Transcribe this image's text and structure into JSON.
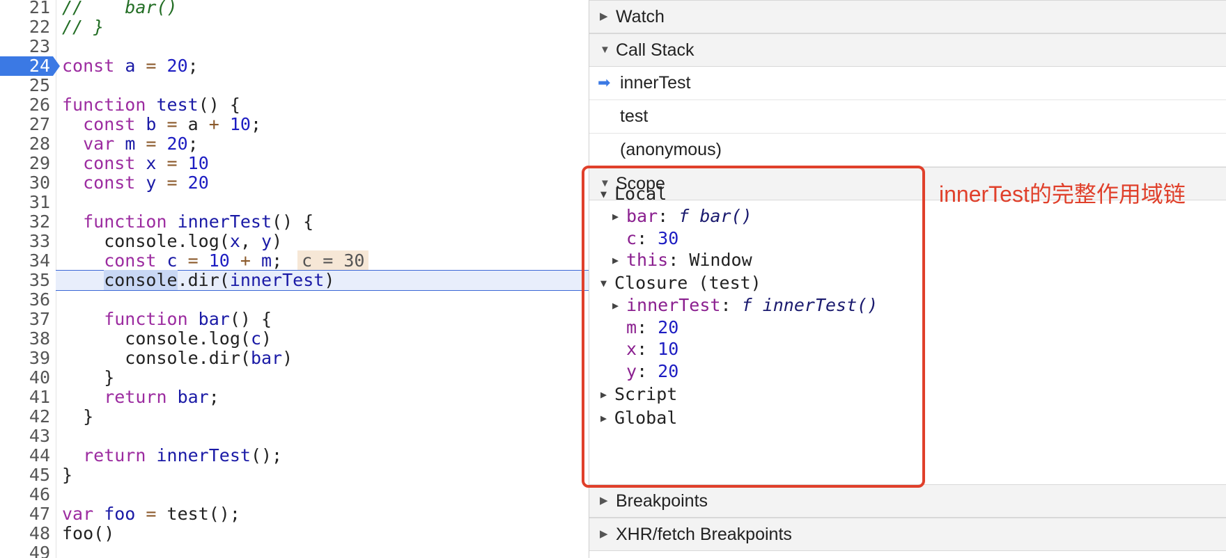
{
  "editor": {
    "lines": [
      {
        "n": "21",
        "tokens": [
          {
            "t": "//    bar()",
            "c": "cmt"
          }
        ]
      },
      {
        "n": "22",
        "tokens": [
          {
            "t": "// }",
            "c": "cmt"
          }
        ]
      },
      {
        "n": "23",
        "tokens": []
      },
      {
        "n": "24",
        "current": true,
        "tokens": [
          {
            "t": "const",
            "c": "kw"
          },
          {
            "t": " a ",
            "c": "fn"
          },
          {
            "t": "=",
            "c": "op"
          },
          {
            "t": " ",
            "c": "plain"
          },
          {
            "t": "20",
            "c": "num"
          },
          {
            "t": ";",
            "c": "plain"
          }
        ]
      },
      {
        "n": "25",
        "tokens": []
      },
      {
        "n": "26",
        "tokens": [
          {
            "t": "function",
            "c": "kw"
          },
          {
            "t": " test",
            "c": "fn"
          },
          {
            "t": "() {",
            "c": "plain"
          }
        ]
      },
      {
        "n": "27",
        "tokens": [
          {
            "t": "  const",
            "c": "kw"
          },
          {
            "t": " b ",
            "c": "fn"
          },
          {
            "t": "=",
            "c": "op"
          },
          {
            "t": " a ",
            "c": "plain"
          },
          {
            "t": "+",
            "c": "op"
          },
          {
            "t": " ",
            "c": "plain"
          },
          {
            "t": "10",
            "c": "num"
          },
          {
            "t": ";",
            "c": "plain"
          }
        ]
      },
      {
        "n": "28",
        "tokens": [
          {
            "t": "  var",
            "c": "kw"
          },
          {
            "t": " m ",
            "c": "fn"
          },
          {
            "t": "=",
            "c": "op"
          },
          {
            "t": " ",
            "c": "plain"
          },
          {
            "t": "20",
            "c": "num"
          },
          {
            "t": ";",
            "c": "plain"
          }
        ]
      },
      {
        "n": "29",
        "tokens": [
          {
            "t": "  const",
            "c": "kw"
          },
          {
            "t": " x ",
            "c": "fn"
          },
          {
            "t": "=",
            "c": "op"
          },
          {
            "t": " ",
            "c": "plain"
          },
          {
            "t": "10",
            "c": "num"
          }
        ]
      },
      {
        "n": "30",
        "tokens": [
          {
            "t": "  const",
            "c": "kw"
          },
          {
            "t": " y ",
            "c": "fn"
          },
          {
            "t": "=",
            "c": "op"
          },
          {
            "t": " ",
            "c": "plain"
          },
          {
            "t": "20",
            "c": "num"
          }
        ]
      },
      {
        "n": "31",
        "tokens": []
      },
      {
        "n": "32",
        "tokens": [
          {
            "t": "  function",
            "c": "kw"
          },
          {
            "t": " innerTest",
            "c": "fn"
          },
          {
            "t": "() {",
            "c": "plain"
          }
        ]
      },
      {
        "n": "33",
        "tokens": [
          {
            "t": "    console.log(",
            "c": "plain"
          },
          {
            "t": "x",
            "c": "fn"
          },
          {
            "t": ", ",
            "c": "plain"
          },
          {
            "t": "y",
            "c": "fn"
          },
          {
            "t": ")",
            "c": "plain"
          }
        ]
      },
      {
        "n": "34",
        "inline": "c = 30",
        "tokens": [
          {
            "t": "    const",
            "c": "kw"
          },
          {
            "t": " c ",
            "c": "fn"
          },
          {
            "t": "=",
            "c": "op"
          },
          {
            "t": " ",
            "c": "plain"
          },
          {
            "t": "10",
            "c": "num"
          },
          {
            "t": " + ",
            "c": "op"
          },
          {
            "t": "m",
            "c": "fn"
          },
          {
            "t": ";",
            "c": "plain"
          }
        ]
      },
      {
        "n": "35",
        "paused": true,
        "tokens": [
          {
            "t": "    ",
            "c": "plain"
          },
          {
            "t": "console",
            "c": "sel"
          },
          {
            "t": ".dir(",
            "c": "plain"
          },
          {
            "t": "innerTest",
            "c": "fn"
          },
          {
            "t": ")",
            "c": "plain"
          }
        ]
      },
      {
        "n": "36",
        "tokens": []
      },
      {
        "n": "37",
        "tokens": [
          {
            "t": "    function",
            "c": "kw"
          },
          {
            "t": " bar",
            "c": "fn"
          },
          {
            "t": "() {",
            "c": "plain"
          }
        ]
      },
      {
        "n": "38",
        "tokens": [
          {
            "t": "      console.log(",
            "c": "plain"
          },
          {
            "t": "c",
            "c": "fn"
          },
          {
            "t": ")",
            "c": "plain"
          }
        ]
      },
      {
        "n": "39",
        "tokens": [
          {
            "t": "      console.dir(",
            "c": "plain"
          },
          {
            "t": "bar",
            "c": "fn"
          },
          {
            "t": ")",
            "c": "plain"
          }
        ]
      },
      {
        "n": "40",
        "tokens": [
          {
            "t": "    }",
            "c": "plain"
          }
        ]
      },
      {
        "n": "41",
        "tokens": [
          {
            "t": "    return",
            "c": "kw"
          },
          {
            "t": " bar",
            "c": "fn"
          },
          {
            "t": ";",
            "c": "plain"
          }
        ]
      },
      {
        "n": "42",
        "tokens": [
          {
            "t": "  }",
            "c": "plain"
          }
        ]
      },
      {
        "n": "43",
        "tokens": []
      },
      {
        "n": "44",
        "tokens": [
          {
            "t": "  return",
            "c": "kw"
          },
          {
            "t": " innerTest",
            "c": "fn"
          },
          {
            "t": "();",
            "c": "plain"
          }
        ]
      },
      {
        "n": "45",
        "tokens": [
          {
            "t": "}",
            "c": "plain"
          }
        ]
      },
      {
        "n": "46",
        "tokens": []
      },
      {
        "n": "47",
        "tokens": [
          {
            "t": "var",
            "c": "kw"
          },
          {
            "t": " foo ",
            "c": "fn"
          },
          {
            "t": "=",
            "c": "op"
          },
          {
            "t": " test();",
            "c": "plain"
          }
        ]
      },
      {
        "n": "48",
        "tokens": [
          {
            "t": "foo()",
            "c": "plain"
          }
        ]
      },
      {
        "n": "49",
        "tokens": []
      }
    ]
  },
  "sidebar": {
    "watch_label": "Watch",
    "call_stack_label": "Call Stack",
    "call_stack": [
      "innerTest",
      "test",
      "(anonymous)"
    ],
    "scope_label": "Scope",
    "scope_rows": [
      {
        "level": 0,
        "tri": "▼",
        "parts": [
          {
            "t": "Local",
            "c": "plain"
          }
        ]
      },
      {
        "level": 1,
        "tri": "▶",
        "parts": [
          {
            "t": "bar",
            "c": "name"
          },
          {
            "t": ": ",
            "c": "plain"
          },
          {
            "t": "f bar()",
            "c": "fn"
          }
        ]
      },
      {
        "level": 1,
        "tri": "",
        "parts": [
          {
            "t": "c",
            "c": "name"
          },
          {
            "t": ": ",
            "c": "plain"
          },
          {
            "t": "30",
            "c": "num"
          }
        ]
      },
      {
        "level": 1,
        "tri": "▶",
        "parts": [
          {
            "t": "this",
            "c": "name"
          },
          {
            "t": ": Window",
            "c": "plain"
          }
        ]
      },
      {
        "level": 0,
        "tri": "▼",
        "parts": [
          {
            "t": "Closure (test)",
            "c": "plain"
          }
        ]
      },
      {
        "level": 1,
        "tri": "▶",
        "parts": [
          {
            "t": "innerTest",
            "c": "name"
          },
          {
            "t": ": ",
            "c": "plain"
          },
          {
            "t": "f innerTest()",
            "c": "fn"
          }
        ]
      },
      {
        "level": 1,
        "tri": "",
        "parts": [
          {
            "t": "m",
            "c": "name"
          },
          {
            "t": ": ",
            "c": "plain"
          },
          {
            "t": "20",
            "c": "num"
          }
        ]
      },
      {
        "level": 1,
        "tri": "",
        "parts": [
          {
            "t": "x",
            "c": "name"
          },
          {
            "t": ": ",
            "c": "plain"
          },
          {
            "t": "10",
            "c": "num"
          }
        ]
      },
      {
        "level": 1,
        "tri": "",
        "parts": [
          {
            "t": "y",
            "c": "name"
          },
          {
            "t": ": ",
            "c": "plain"
          },
          {
            "t": "20",
            "c": "num"
          }
        ]
      },
      {
        "level": 0,
        "tri": "▶",
        "parts": [
          {
            "t": "Script",
            "c": "plain"
          }
        ]
      },
      {
        "level": 0,
        "tri": "▶",
        "parts": [
          {
            "t": "Global",
            "c": "plain"
          }
        ]
      }
    ],
    "breakpoints_label": "Breakpoints",
    "xhr_label": "XHR/fetch Breakpoints"
  },
  "annotation": {
    "text": "innerTest的完整作用域链",
    "color": "#e0402b"
  }
}
